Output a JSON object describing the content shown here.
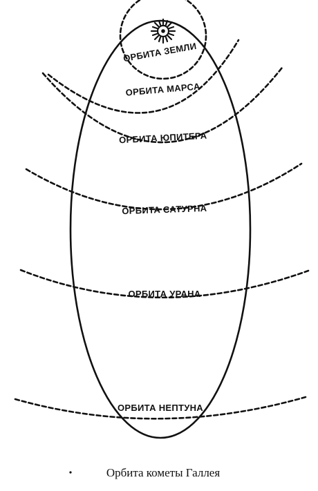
{
  "diagram": {
    "labels": {
      "earth": "ОРБИТА ЗЕМЛИ",
      "mars": "ОРБИТА МАРСА",
      "jupiter": "ОРБИТА ЮПИТЕРА",
      "saturn": "ОРБИТА САТУРНА",
      "uranus": "ОРБИТА УРАНА",
      "neptune": "ОРБИТА НЕПТУНА"
    },
    "caption": "Орбита кометы Галлея",
    "colors": {
      "ink": "#111111",
      "background": "#ffffff"
    },
    "icons": {
      "sun": "sun-icon"
    }
  }
}
